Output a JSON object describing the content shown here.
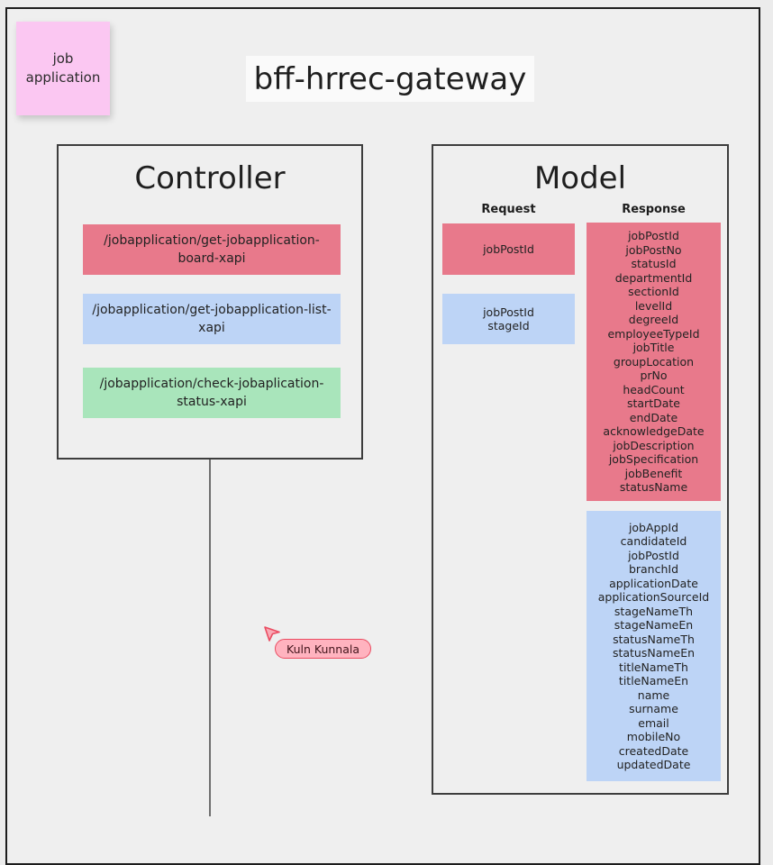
{
  "sticky_note": {
    "text": "job\napplication"
  },
  "title": "bff-hrrec-gateway",
  "controller": {
    "title": "Controller",
    "endpoints": [
      {
        "label": "/jobapplication/get-jobapplication-board-xapi",
        "color": "red"
      },
      {
        "label": "/jobapplication/get-jobapplication-list-xapi",
        "color": "blue"
      },
      {
        "label": "/jobapplication/check-jobaplication-status-xapi",
        "color": "green"
      }
    ]
  },
  "model": {
    "title": "Model",
    "request_header": "Request",
    "response_header": "Response",
    "requests": [
      {
        "color": "red",
        "fields": [
          "jobPostId"
        ]
      },
      {
        "color": "blue",
        "fields": [
          "jobPostId",
          "stageId"
        ]
      }
    ],
    "responses": [
      {
        "color": "red",
        "fields": [
          "jobPostId",
          "jobPostNo",
          "statusId",
          "departmentId",
          "sectionId",
          "levelId",
          "degreeId",
          "employeeTypeId",
          "jobTitle",
          "groupLocation",
          "prNo",
          "headCount",
          "startDate",
          "endDate",
          "acknowledgeDate",
          "jobDescription",
          "jobSpecification",
          "jobBenefit",
          "statusName"
        ]
      },
      {
        "color": "blue",
        "fields": [
          "jobAppId",
          "candidateId",
          "jobPostId",
          "branchId",
          "applicationDate",
          "applicationSourceId",
          "stageNameTh",
          "stageNameEn",
          "statusNameTh",
          "statusNameEn",
          "titleNameTh",
          "titleNameEn",
          "name",
          "surname",
          "email",
          "mobileNo",
          "createdDate",
          "updatedDate"
        ]
      }
    ]
  },
  "cursor": {
    "user": "Kuln Kunnala"
  },
  "colors": {
    "shape_red": "#e8798b",
    "shape_blue": "#bdd4f6",
    "shape_green": "#a9e5bb",
    "sticky_pink": "#fbc7f2",
    "canvas_bg": "#efefef",
    "frame_border": "#1d1d1d",
    "cursor_red": "#ea4c61",
    "cursor_fill": "#ffb3bf"
  }
}
